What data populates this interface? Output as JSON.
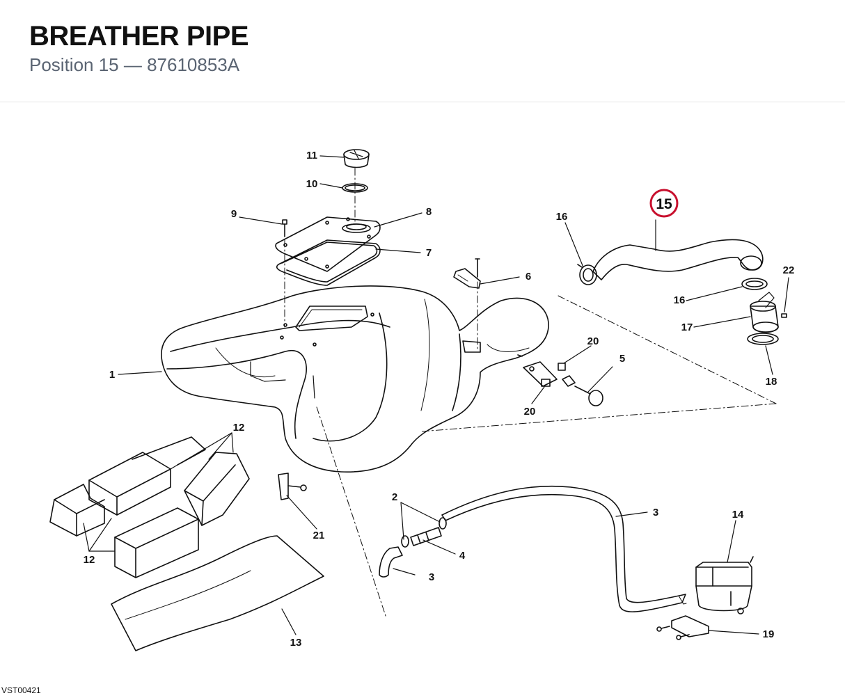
{
  "header": {
    "title": "BREATHER PIPE",
    "subtitle": "Position 15 — 87610853A"
  },
  "highlight": {
    "label": "15",
    "color": "#c8102e"
  },
  "callouts": {
    "c1": "1",
    "c2": "2",
    "c3a": "3",
    "c3b": "3",
    "c4": "4",
    "c5": "5",
    "c6": "6",
    "c7": "7",
    "c8": "8",
    "c9": "9",
    "c10": "10",
    "c11": "11",
    "c12a": "12",
    "c12b": "12",
    "c13": "13",
    "c14": "14",
    "c16a": "16",
    "c16b": "16",
    "c17": "17",
    "c18": "18",
    "c19": "19",
    "c20a": "20",
    "c20b": "20",
    "c21": "21",
    "c22": "22"
  },
  "footer": {
    "code": "VST00421"
  }
}
